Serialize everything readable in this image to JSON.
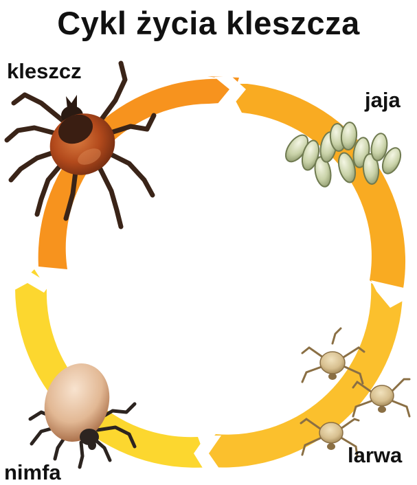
{
  "title": "Cykl życia kleszcza",
  "stages": [
    {
      "id": "adult",
      "label": "kleszcz"
    },
    {
      "id": "eggs",
      "label": "jaja"
    },
    {
      "id": "larva",
      "label": "larwa"
    },
    {
      "id": "nymph",
      "label": "nimfa"
    }
  ],
  "colors": {
    "arrow_adult_to_eggs": "#f7931e",
    "arrow_eggs_to_larva": "#f9ab22",
    "arrow_larva_to_nymph": "#fbc02d",
    "arrow_nymph_to_adult": "#fcd72f",
    "egg": "#c9d2a8",
    "adult_body": "#b34a1c",
    "nymph_body": "#e9c6a4",
    "larva_body": "#d7bf8f"
  }
}
